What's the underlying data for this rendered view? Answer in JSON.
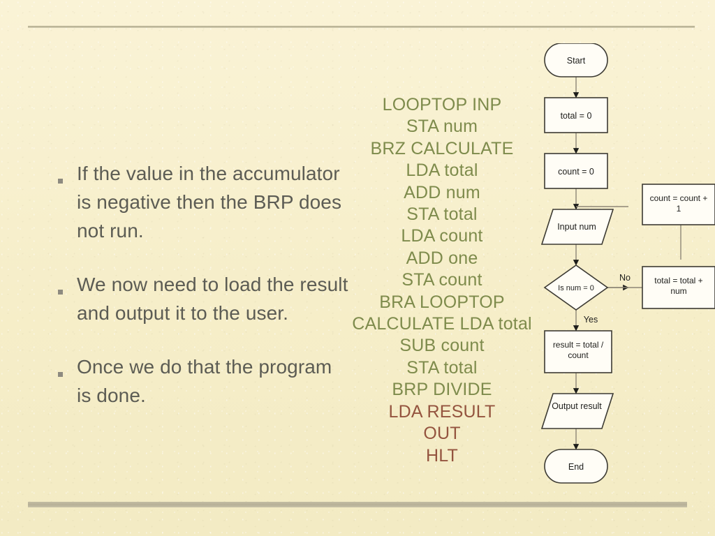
{
  "slide": {
    "background_color": "#f7f0cf",
    "rule_color": "#b7b098",
    "body_text_color": "#5c5c54",
    "code_text_color": "#7e8b4c",
    "code_accent_color": "#94543f"
  },
  "bullets": {
    "marker": "square-bullet",
    "items": [
      "If the value in the accumulator is negative then the BRP does not run.",
      "We now need to load the result and output it to the user.",
      "Once we do that the program is done."
    ]
  },
  "code": {
    "title": "lmc-assembly-listing",
    "lines": [
      {
        "text": "LOOPTOP INP",
        "accent": false
      },
      {
        "text": "STA num",
        "accent": false
      },
      {
        "text": "BRZ CALCULATE",
        "accent": false
      },
      {
        "text": "LDA total",
        "accent": false
      },
      {
        "text": "ADD num",
        "accent": false
      },
      {
        "text": "STA total",
        "accent": false
      },
      {
        "text": "LDA count",
        "accent": false
      },
      {
        "text": "ADD one",
        "accent": false
      },
      {
        "text": "STA count",
        "accent": false
      },
      {
        "text": "BRA LOOPTOP",
        "accent": false
      },
      {
        "text": "CALCULATE LDA total",
        "accent": false
      },
      {
        "text": "SUB count",
        "accent": false
      },
      {
        "text": "STA total",
        "accent": false
      },
      {
        "text": "BRP DIVIDE",
        "accent": false
      },
      {
        "text": "LDA RESULT",
        "accent": true
      },
      {
        "text": "OUT",
        "accent": true
      },
      {
        "text": "HLT",
        "accent": true
      }
    ]
  },
  "flowchart": {
    "title": "averaging-program-flowchart",
    "nodes": {
      "start": "Start",
      "init_total": "total = 0",
      "init_count": "count = 0",
      "input": "Input num",
      "decision": "Is num = 0",
      "add_total": "total = total + num",
      "inc_count": "count = count + 1",
      "result": "result = total / count",
      "output": "Output result",
      "end": "End"
    },
    "labels": {
      "no": "No",
      "yes": "Yes"
    }
  }
}
